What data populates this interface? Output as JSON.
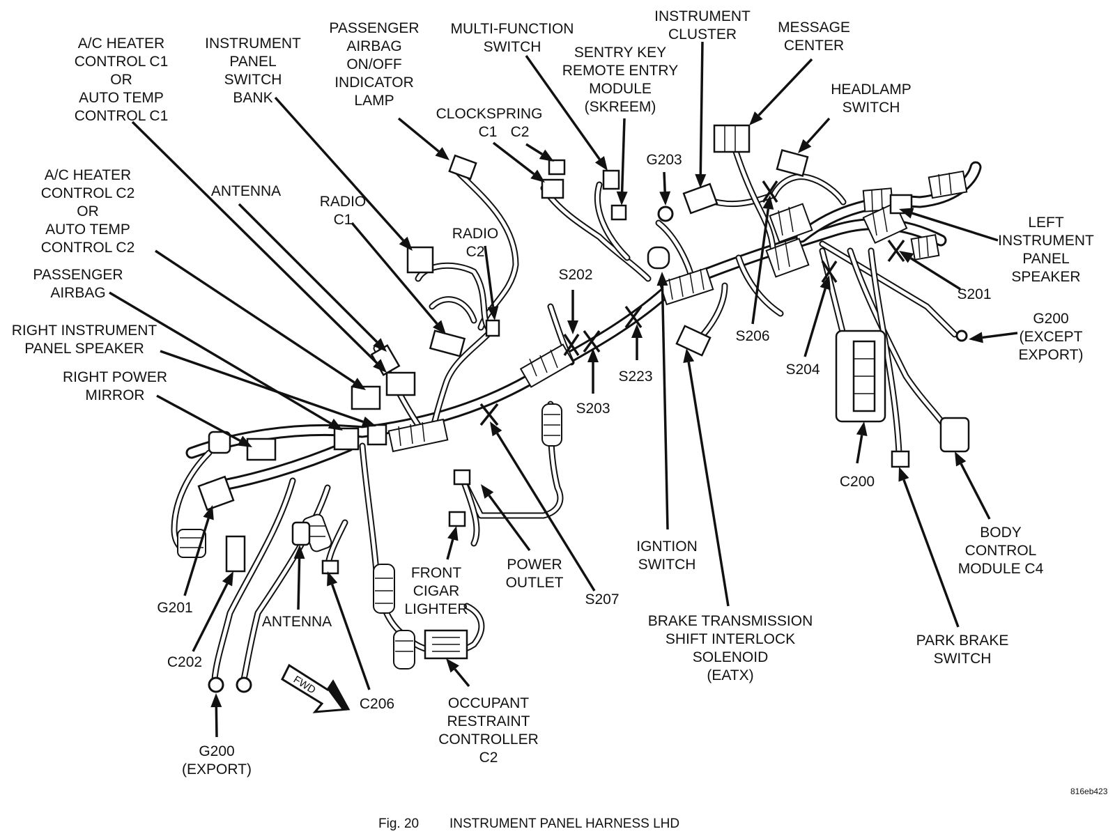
{
  "caption": {
    "fig": "Fig. 20",
    "title": "INSTRUMENT PANEL HARNESS LHD"
  },
  "image_code": "816eb423",
  "fwd_label": "FWD",
  "labels": [
    {
      "id": "ac-heater-c1",
      "lines": [
        "A/C HEATER",
        "CONTROL C1",
        "OR",
        "AUTO TEMP",
        "CONTROL C1"
      ]
    },
    {
      "id": "ip-switch-bank",
      "lines": [
        "INSTRUMENT",
        "PANEL",
        "SWITCH",
        "BANK"
      ]
    },
    {
      "id": "passenger-airbag-lamp",
      "lines": [
        "PASSENGER",
        "AIRBAG",
        "ON/OFF",
        "INDICATOR",
        "LAMP"
      ]
    },
    {
      "id": "multi-function-switch",
      "lines": [
        "MULTI-FUNCTION",
        "SWITCH"
      ]
    },
    {
      "id": "skreem",
      "lines": [
        "SENTRY KEY",
        "REMOTE ENTRY",
        "MODULE",
        "(SKREEM)"
      ]
    },
    {
      "id": "instrument-cluster",
      "lines": [
        "INSTRUMENT",
        "CLUSTER"
      ]
    },
    {
      "id": "message-center",
      "lines": [
        "MESSAGE",
        "CENTER"
      ]
    },
    {
      "id": "headlamp-switch",
      "lines": [
        "HEADLAMP",
        "SWITCH"
      ]
    },
    {
      "id": "clockspring",
      "lines": [
        "CLOCKSPRING"
      ]
    },
    {
      "id": "clockspring-c1",
      "lines": [
        "C1"
      ]
    },
    {
      "id": "clockspring-c2",
      "lines": [
        "C2"
      ]
    },
    {
      "id": "g203",
      "lines": [
        "G203"
      ]
    },
    {
      "id": "ac-heater-c2",
      "lines": [
        "A/C HEATER",
        "CONTROL C2",
        "OR",
        "AUTO TEMP",
        "CONTROL C2"
      ]
    },
    {
      "id": "antenna-top",
      "lines": [
        "ANTENNA"
      ]
    },
    {
      "id": "radio-c1",
      "lines": [
        "RADIO",
        "C1"
      ]
    },
    {
      "id": "radio-c2",
      "lines": [
        "RADIO",
        "C2"
      ]
    },
    {
      "id": "left-ip-speaker",
      "lines": [
        "LEFT",
        "INSTRUMENT",
        "PANEL",
        "SPEAKER"
      ]
    },
    {
      "id": "passenger-airbag",
      "lines": [
        "PASSENGER",
        "AIRBAG"
      ]
    },
    {
      "id": "s202",
      "lines": [
        "S202"
      ]
    },
    {
      "id": "s201",
      "lines": [
        "S201"
      ]
    },
    {
      "id": "right-ip-speaker",
      "lines": [
        "RIGHT INSTRUMENT",
        "PANEL SPEAKER"
      ]
    },
    {
      "id": "g200-except-export",
      "lines": [
        "G200",
        "(EXCEPT",
        "EXPORT)"
      ]
    },
    {
      "id": "s206",
      "lines": [
        "S206"
      ]
    },
    {
      "id": "right-power-mirror",
      "lines": [
        "RIGHT POWER",
        "MIRROR"
      ]
    },
    {
      "id": "s223",
      "lines": [
        "S223"
      ]
    },
    {
      "id": "s204",
      "lines": [
        "S204"
      ]
    },
    {
      "id": "s203",
      "lines": [
        "S203"
      ]
    },
    {
      "id": "c200",
      "lines": [
        "C200"
      ]
    },
    {
      "id": "body-control-module-c4",
      "lines": [
        "BODY",
        "CONTROL",
        "MODULE C4"
      ]
    },
    {
      "id": "ignition-switch",
      "lines": [
        "IGNTION",
        "SWITCH"
      ]
    },
    {
      "id": "front-cigar-lighter",
      "lines": [
        "FRONT",
        "CIGAR",
        "LIGHTER"
      ]
    },
    {
      "id": "power-outlet",
      "lines": [
        "POWER",
        "OUTLET"
      ]
    },
    {
      "id": "g201",
      "lines": [
        "G201"
      ]
    },
    {
      "id": "s207",
      "lines": [
        "S207"
      ]
    },
    {
      "id": "antenna-bottom",
      "lines": [
        "ANTENNA"
      ]
    },
    {
      "id": "brake-shift-interlock",
      "lines": [
        "BRAKE TRANSMISSION",
        "SHIFT INTERLOCK",
        "SOLENOID",
        "(EATX)"
      ]
    },
    {
      "id": "park-brake-switch",
      "lines": [
        "PARK BRAKE",
        "SWITCH"
      ]
    },
    {
      "id": "c202",
      "lines": [
        "C202"
      ]
    },
    {
      "id": "c206",
      "lines": [
        "C206"
      ]
    },
    {
      "id": "occupant-restraint-c2",
      "lines": [
        "OCCUPANT",
        "RESTRAINT",
        "CONTROLLER",
        "C2"
      ]
    },
    {
      "id": "g200-export",
      "lines": [
        "G200",
        "(EXPORT)"
      ]
    }
  ]
}
